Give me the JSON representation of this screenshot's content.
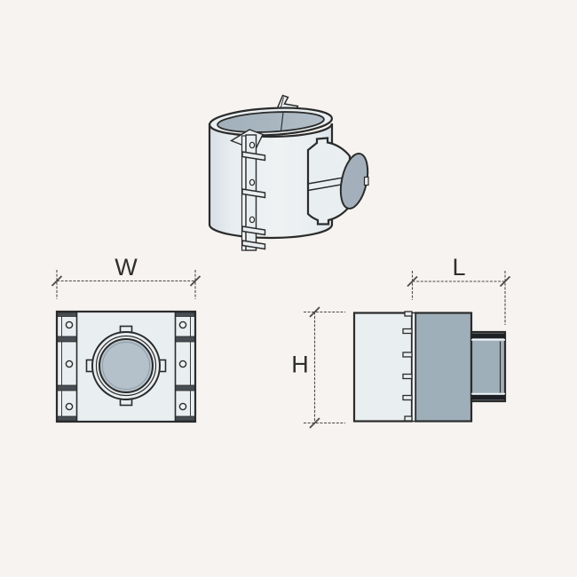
{
  "drawing": {
    "labels": {
      "width": "W",
      "height": "H",
      "length": "L"
    },
    "colors": {
      "background": "#f6f3f0",
      "body": "#e9eef0",
      "edge_face": "#f2f4f5",
      "interior_gray": "#a8b5bf",
      "disc_gray": "#b4c1ca",
      "profile_gray": "#9fafba",
      "outlet_face_gray": "#a3b0bb",
      "band_dark": "#1e2124",
      "divider_dark": "#474e54",
      "hole_fill": "#eef2f3",
      "highlight": "#f4f6f7",
      "line": "#2b2b2b",
      "dim_line": "#4a4a4a",
      "label_text": "#2f2f2f"
    }
  }
}
